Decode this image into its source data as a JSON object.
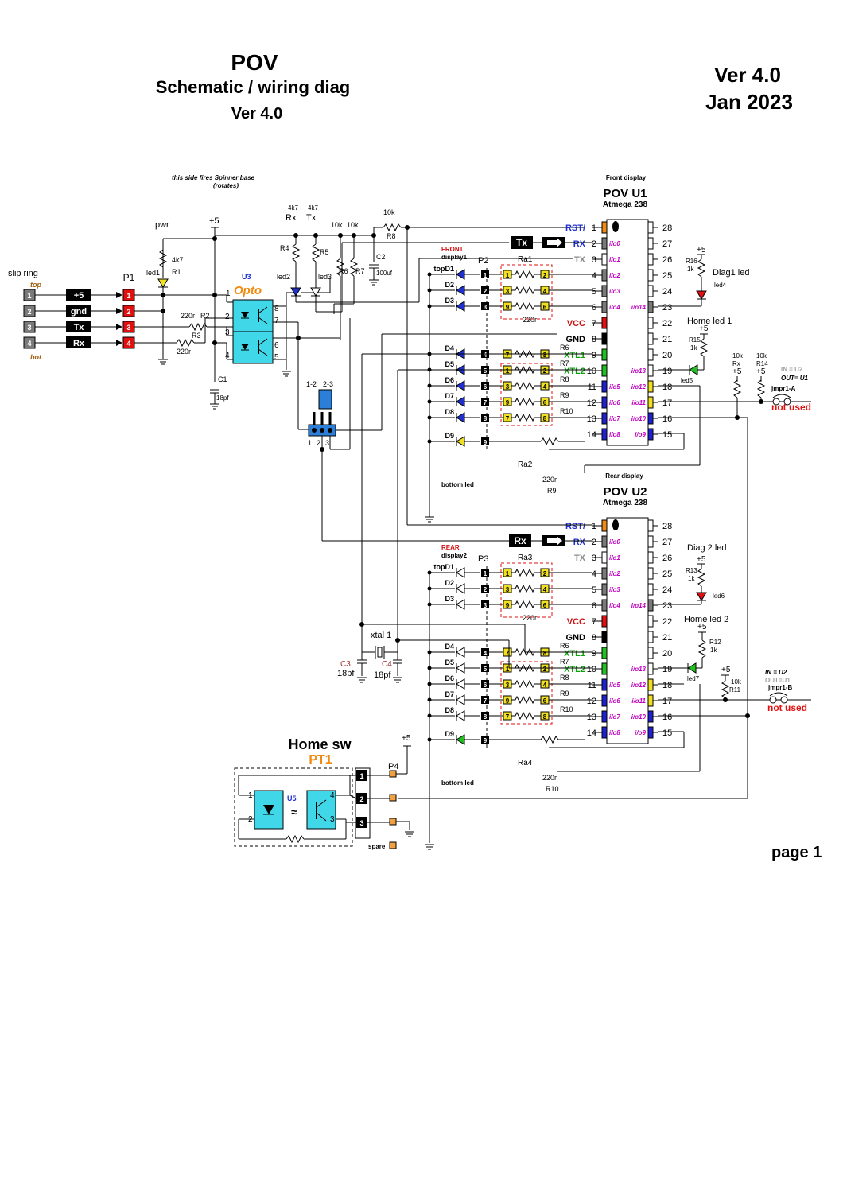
{
  "header": {
    "title": "POV",
    "subtitle": "Schematic / wiring diag",
    "version_left": "Ver 4.0",
    "version_right": "Ver 4.0",
    "date": "Jan 2023"
  },
  "notes": {
    "spinner": "this side fires Spinner base",
    "rotates": "(rotates)",
    "page": "page 1"
  },
  "slip_ring": {
    "title": "slip ring",
    "top": "top",
    "bot": "bot",
    "pins": [
      "1",
      "2",
      "3",
      "4"
    ],
    "signals": [
      "+5",
      "gnd",
      "Tx",
      "Rx"
    ],
    "p1_label": "P1",
    "p1_pins": [
      "1",
      "2",
      "3",
      "4"
    ]
  },
  "power": {
    "pwr": "pwr",
    "plus5": "+5",
    "led1": "led1",
    "r1_val": "4k7",
    "r1": "R1"
  },
  "opto": {
    "u3": "U3",
    "name": "Opto",
    "pins": [
      "1",
      "2",
      "3",
      "4",
      "8",
      "7",
      "6",
      "5"
    ],
    "r2_val": "220r",
    "r2": "R2",
    "r3_val": "220r",
    "r3": "R3",
    "c1": "C1",
    "c1_val": "18pf"
  },
  "top_parts": {
    "rx": "Rx",
    "tx": "Tx",
    "r4": "R4",
    "r5": "R5",
    "led2": "led2",
    "led3": "led3",
    "v4k7a": "4k7",
    "v4k7b": "4k7",
    "v10k_a": "10k",
    "v10k_b": "10k",
    "r6": "R6",
    "r7": "R7",
    "c2": "C2",
    "c2_val": "100uf",
    "r8_val": "10k",
    "r8": "R8"
  },
  "jumper": {
    "title_a": "1-2",
    "title_b": "2-3",
    "pins": [
      "1",
      "2",
      "3"
    ]
  },
  "front": {
    "front_display": "Front display",
    "title": "POV U1",
    "part": "Atmega 238",
    "label": "FRONT",
    "display": "display1",
    "p2": "P2",
    "ra1": "Ra1",
    "ra2": "Ra2",
    "r220": "220r",
    "r220b": "220r",
    "r9": "R9",
    "tx_tag": "Tx",
    "leds": [
      "topD1",
      "D2",
      "D3",
      "D4",
      "D5",
      "D6",
      "D7",
      "D8",
      "D9"
    ],
    "bottom": "bottom led",
    "r_labels": [
      "R6",
      "R7",
      "R8",
      "R9",
      "R10"
    ]
  },
  "rear": {
    "rear_display": "Rear display",
    "title": "POV U2",
    "part": "Atmega 238",
    "label": "REAR",
    "display": "display2",
    "p3": "P3",
    "ra3": "Ra3",
    "ra4": "Ra4",
    "r220": "220r",
    "r220b": "220r",
    "r10": "R10",
    "rx_tag": "Rx",
    "leds": [
      "topD1",
      "D2",
      "D3",
      "D4",
      "D5",
      "D6",
      "D7",
      "D8",
      "D9"
    ],
    "bottom": "bottom led",
    "r_labels": [
      "R6",
      "R7",
      "R8",
      "R9",
      "R10"
    ],
    "xtal": "xtal 1",
    "c3": "C3",
    "c3_val": "18pf",
    "c4": "C4",
    "c4_val": "18pf"
  },
  "chip_left": [
    {
      "num": "1",
      "name": "RST/",
      "color": "#2030d0"
    },
    {
      "num": "2",
      "name": "RX",
      "color": "#2030d0"
    },
    {
      "num": "3",
      "name": "TX",
      "color": "#8a8a8a"
    },
    {
      "num": "4",
      "name": "",
      "color": "#000"
    },
    {
      "num": "5",
      "name": "",
      "color": "#000"
    },
    {
      "num": "6",
      "name": "",
      "color": "#000"
    },
    {
      "num": "7",
      "name": "VCC",
      "color": "#d01010"
    },
    {
      "num": "8",
      "name": "GND",
      "color": "#000"
    },
    {
      "num": "9",
      "name": "XTL1",
      "color": "#10a010"
    },
    {
      "num": "10",
      "name": "XTL2",
      "color": "#10a010"
    },
    {
      "num": "11",
      "name": "",
      "color": "#000"
    },
    {
      "num": "12",
      "name": "",
      "color": "#000"
    },
    {
      "num": "13",
      "name": "",
      "color": "#000"
    },
    {
      "num": "14",
      "name": "",
      "color": "#000"
    }
  ],
  "chip_right_nums": [
    "28",
    "27",
    "26",
    "25",
    "24",
    "23",
    "22",
    "21",
    "20",
    "19",
    "18",
    "17",
    "16",
    "15"
  ],
  "chip_inner_left": [
    "",
    "i/o0",
    "i/o1",
    "i/o2",
    "i/o3",
    "i/o4",
    "",
    "",
    "",
    "",
    "i/o5",
    "i/o6",
    "i/o7",
    "i/o8"
  ],
  "chip_inner_right": [
    "",
    "",
    "",
    "",
    "",
    "i/o14",
    "",
    "",
    "",
    "i/o13",
    "i/o12",
    "i/o11",
    "i/o10",
    "i/o9"
  ],
  "colors": {
    "pin_orange": "#f08a10",
    "pin_gray": "#7a7a7a",
    "pin_white": "#ffffff",
    "pin_red": "#e01010",
    "pin_black": "#000000",
    "pin_green": "#20c020",
    "pin_blue": "#2020d0",
    "pin_yellow": "#f0e020",
    "magenta": "#c000c0",
    "cyan": "#40d8e8"
  },
  "u1_right": {
    "diag_title": "Diag1 led",
    "plus5": "+5",
    "r16": "R16",
    "r16_val": "1k",
    "led4": "led4",
    "home_title": "Home led 1",
    "plus5b": "+5",
    "r15": "R15",
    "r15_val": "1k",
    "led5": "led5",
    "v10k_rx": "10k",
    "rx": "Rx",
    "plus5_rx": "+5",
    "v10k_r14": "10k",
    "r14": "R14",
    "plus5_r14": "+5",
    "in_out": "IN = U2",
    "out": "OUT= U1",
    "jmpr": "jmpr1-A",
    "not_used": "not used"
  },
  "u2_right": {
    "diag_title": "Diag 2  led",
    "plus5": "+5",
    "r13": "R13",
    "r13_val": "1k",
    "led6": "led6",
    "home_title": "Home led 2",
    "plus5b": "+5",
    "r12": "R12",
    "r12_val": "1k",
    "led7": "led7",
    "plus5c": "+5",
    "v10k": "10k",
    "r11": "R11",
    "in_out": "IN  =  U2",
    "out": "OUT=U1",
    "jmpr": "jmpr1-B",
    "not_used": "not used"
  },
  "home": {
    "title": "Home sw",
    "pt1": "PT1",
    "u5": "U5",
    "p4": "P4",
    "plus5": "+5",
    "spare": "spare",
    "pins": [
      "1",
      "2",
      "3"
    ],
    "opto_pins": [
      "1",
      "2",
      "4",
      "3"
    ]
  }
}
